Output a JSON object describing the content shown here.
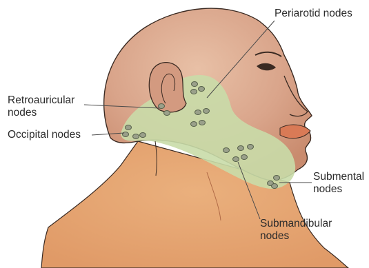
{
  "labels": {
    "periarotid": "Periarotid nodes",
    "retroauricular": "Retroauricular\nnodes",
    "occipital": "Occipital nodes",
    "submental": "Submental\nnodes",
    "submandibular": "Submandibular\nnodes"
  },
  "colors": {
    "skin": "#d9a48a",
    "skin_shadow": "#c98b6e",
    "neck_orange": "#e6a06f",
    "node_region": "#c9dca9",
    "node_fill": "#9aa08a",
    "outline": "#3a2a22",
    "leader_line": "#4a4a4a"
  }
}
